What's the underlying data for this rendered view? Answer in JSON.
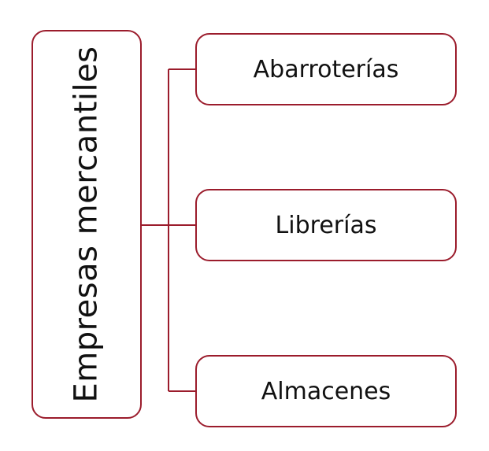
{
  "diagram": {
    "root": {
      "label": "Empresas mercantiles"
    },
    "children": [
      {
        "label": "Abarroterías"
      },
      {
        "label": "Librerías"
      },
      {
        "label": "Almacenes"
      }
    ],
    "colors": {
      "border": "#9b1c2c",
      "text": "#111111",
      "background": "#ffffff"
    }
  }
}
